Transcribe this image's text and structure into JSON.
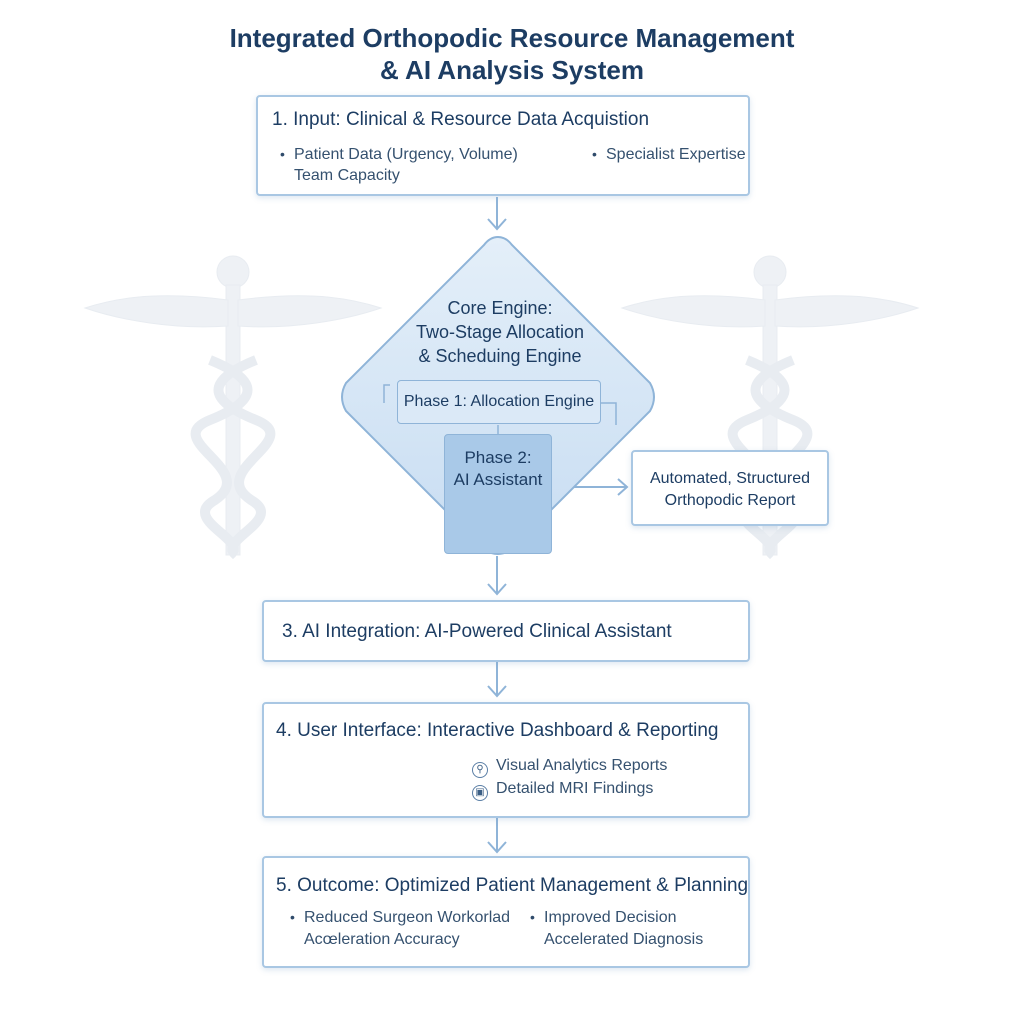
{
  "title": {
    "line1": "Integrated Orthopodic Resource Management",
    "line2": "& AI Analysis System"
  },
  "input": {
    "title": "1. Input: Clinical & Resource Data Acquistion",
    "items": [
      "Patient Data (Urgency, Volume)",
      "Team Capacity",
      "Specialist Expertise"
    ]
  },
  "core": {
    "line1": "Core Engine:",
    "line2": "Two-Stage Allocation",
    "line3": "& Scheduing Engine",
    "phase1": "Phase 1: Allocation Engine",
    "phase2_line1": "Phase 2:",
    "phase2_line2": "AI Assistant"
  },
  "report": {
    "line1": "Automated, Structured",
    "line2": "Orthopodic Report"
  },
  "ai_integration": {
    "title": "3.  AI Integration: AI-Powered Clinical Assistant"
  },
  "user_interface": {
    "title": "4. User Interface: Interactive Dashboard & Reporting",
    "items": [
      "Visual Analytics Reports",
      "Detailed MRI Findings"
    ]
  },
  "outcome": {
    "title": "5. Outcome: Optimized Patient Management & Planning",
    "items": [
      "Reduced Surgeon Workorlad",
      "Acœleration Accuracy",
      "Improved Decision",
      "Accelerated Diagnosis"
    ]
  },
  "colors": {
    "title": "#1d3d63",
    "box_border": "#a9c7e3",
    "diamond_fill": "#d6e7f7",
    "phase2_fill": "#a9c9e8",
    "connector": "#8fb4d8"
  },
  "icons": {
    "background": "caduceus-icon",
    "ui_item_1": "person-icon",
    "ui_item_2": "scan-icon"
  }
}
